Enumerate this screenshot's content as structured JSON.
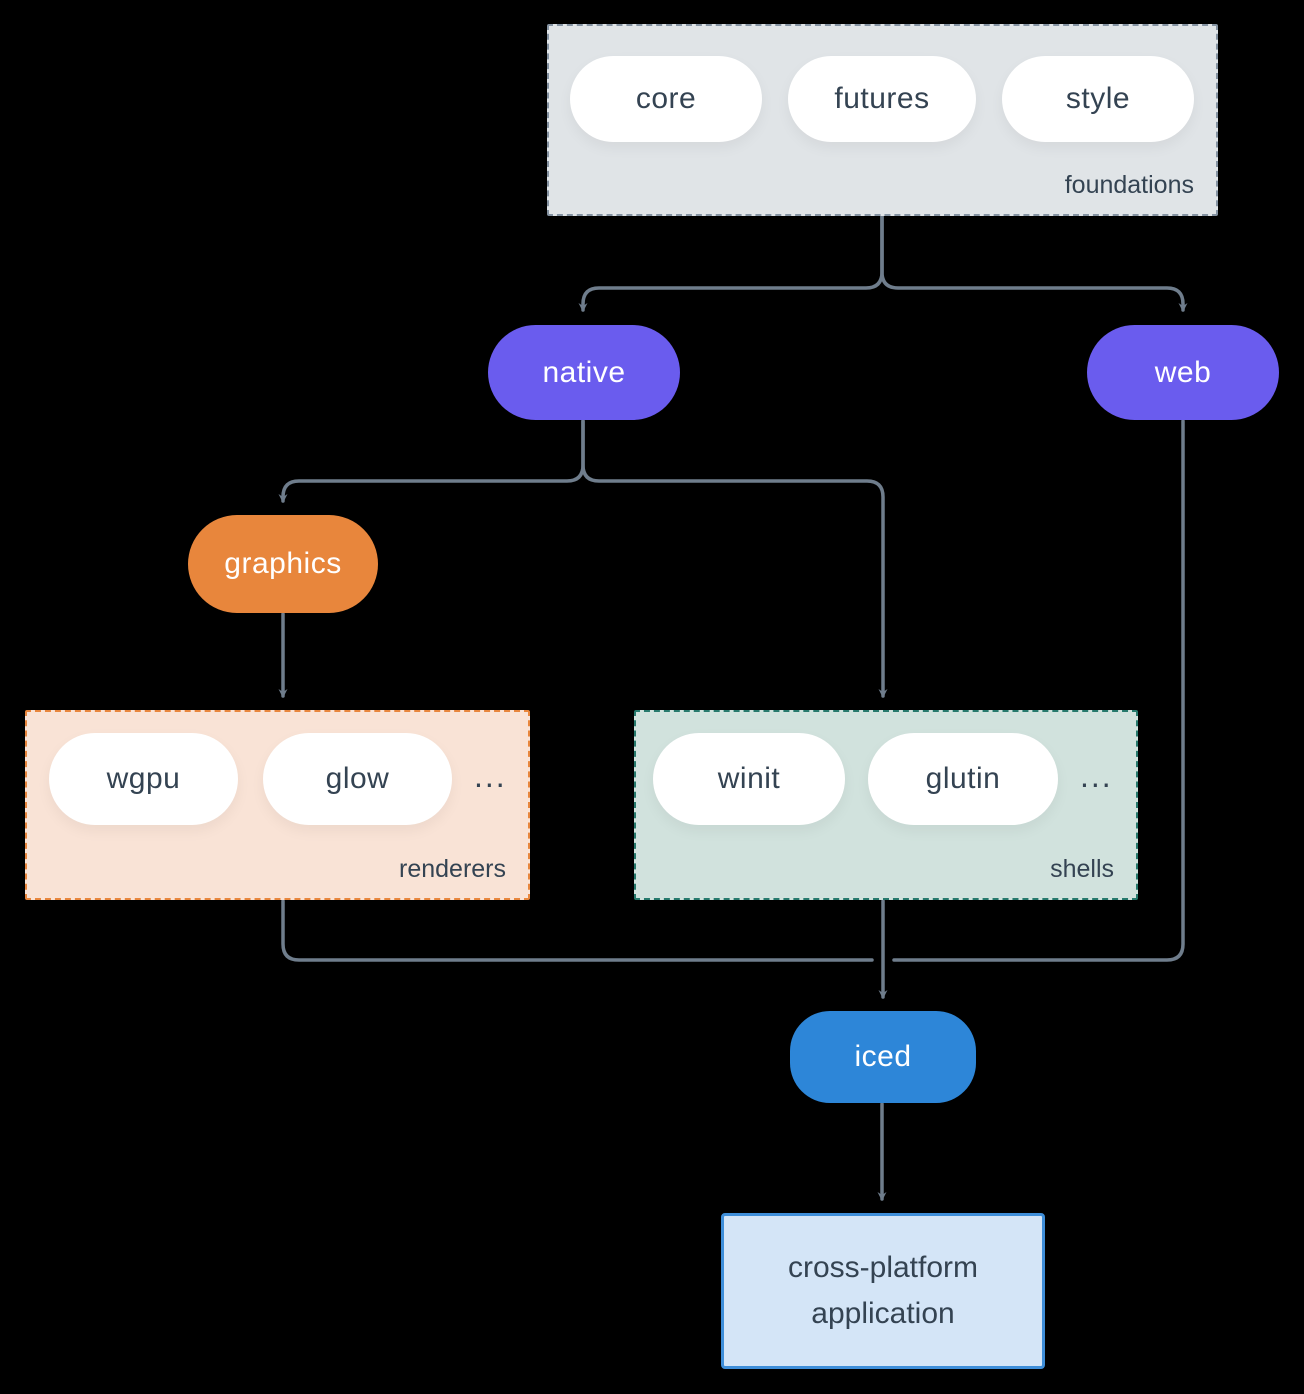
{
  "diagram": {
    "foundations": {
      "label": "foundations",
      "pills": [
        "core",
        "futures",
        "style"
      ]
    },
    "nodes": {
      "native": "native",
      "web": "web",
      "graphics": "graphics",
      "iced": "iced"
    },
    "renderers": {
      "label": "renderers",
      "pills": [
        "wgpu",
        "glow"
      ],
      "ellipsis": "..."
    },
    "shells": {
      "label": "shells",
      "pills": [
        "winit",
        "glutin"
      ],
      "ellipsis": "..."
    },
    "app": {
      "line1": "cross-platform",
      "line2": "application"
    },
    "colors": {
      "bg": "#000000",
      "line": "#6f7d8c",
      "ink": "#344352",
      "purple": "#6a5cee",
      "orange": "#e8863c",
      "blue": "#2d86d8",
      "foundations-fill": "#e0e4e7",
      "foundations-border": "#8593a2",
      "renderers-fill": "#f9e3d6",
      "renderers-border": "#e8863c",
      "shells-fill": "#d1e2dd",
      "shells-border": "#26796c",
      "app-fill": "#d4e5f7",
      "app-border": "#3e8ed9",
      "pill-fill": "#ffffff"
    }
  }
}
